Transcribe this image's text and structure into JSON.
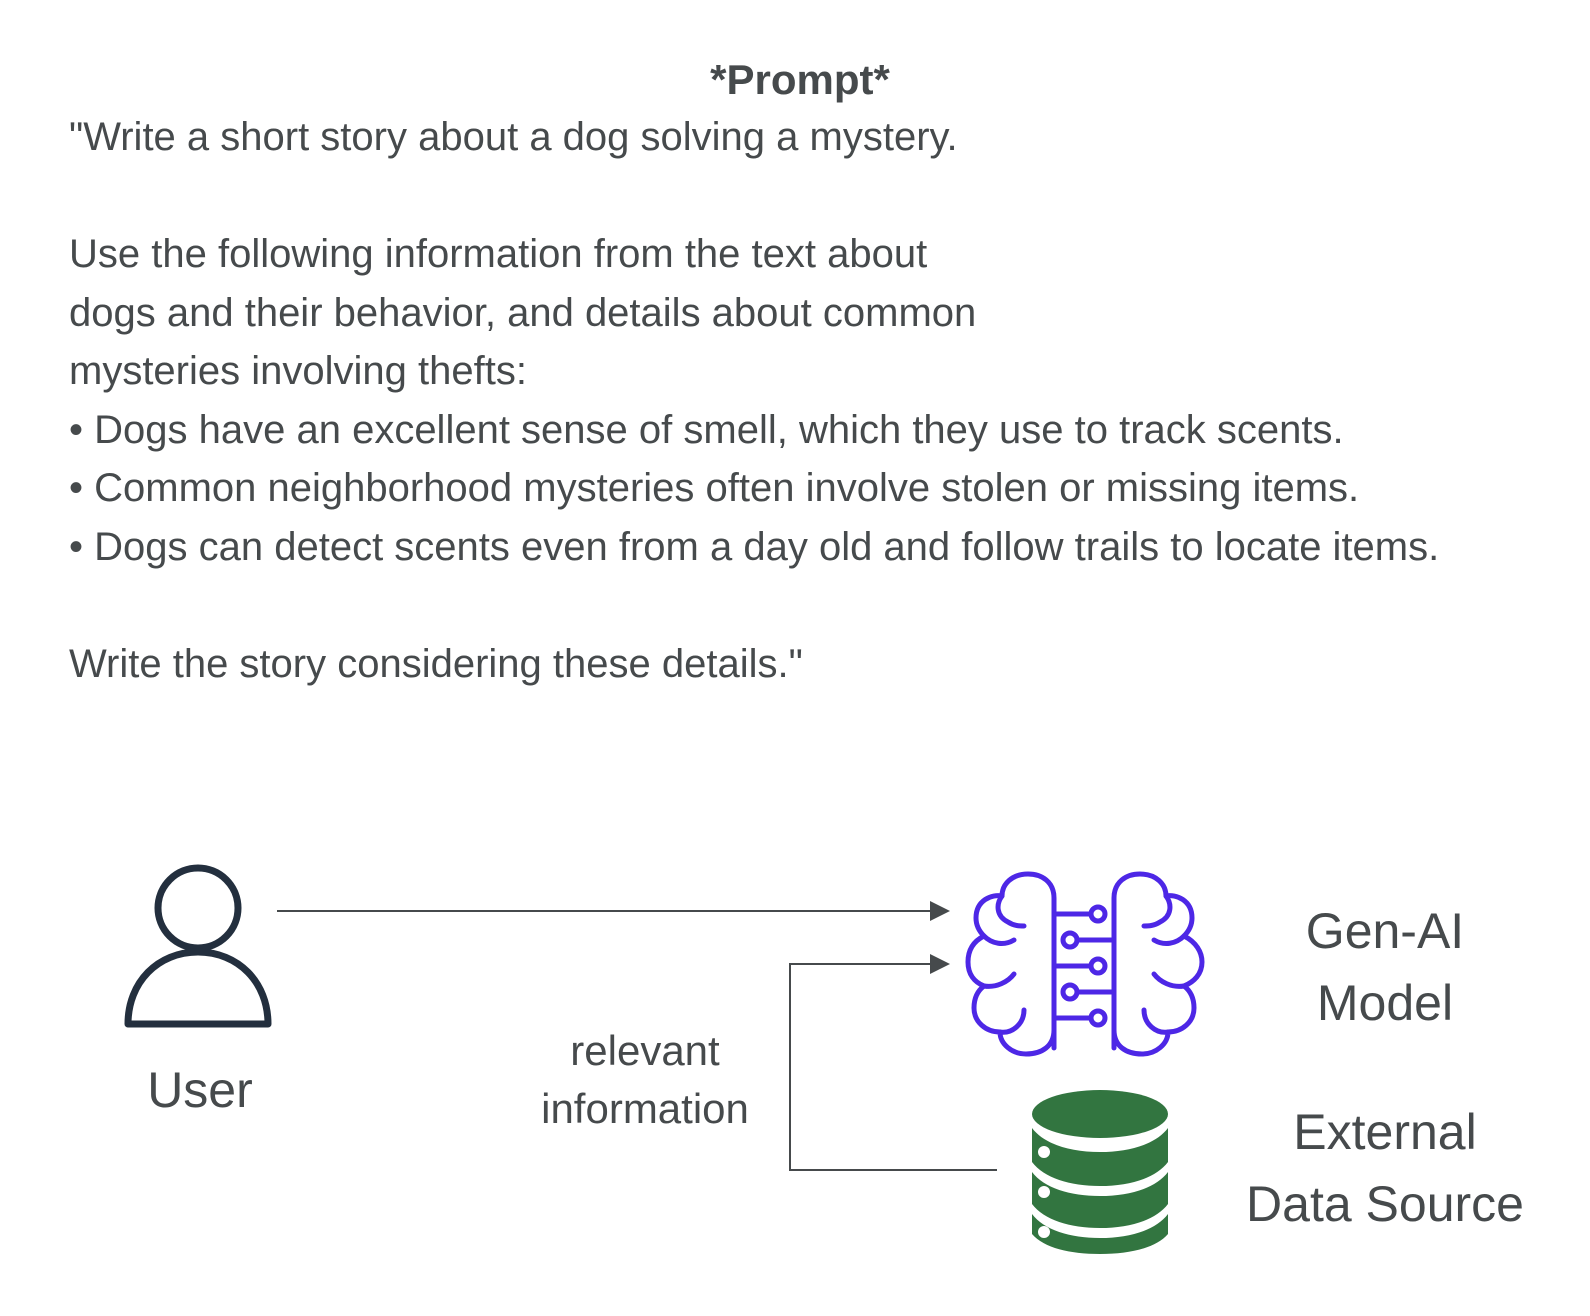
{
  "prompt": {
    "title": "*Prompt*",
    "lines": [
      "\"Write a short story about a dog solving a mystery.",
      "",
      "Use the following information from the text about",
      "dogs and their behavior, and details about common",
      "mysteries involving thefts:"
    ],
    "bullets": [
      "• Dogs have an excellent sense of smell, which they use to track scents.",
      "• Common neighborhood mysteries often involve stolen or missing items.",
      "• Dogs can detect scents even from a day old and follow trails to locate items."
    ],
    "closing": "Write the story considering these details.\""
  },
  "diagram": {
    "nodes": {
      "user": {
        "label": "User",
        "icon": "user-icon"
      },
      "model": {
        "label_line1": "Gen-AI",
        "label_line2": "Model",
        "icon": "brain-circuit-icon"
      },
      "datasource": {
        "label_line1": "External",
        "label_line2": "Data Source",
        "icon": "database-icon"
      }
    },
    "edges": [
      {
        "from": "user",
        "to": "model",
        "label": ""
      },
      {
        "from": "datasource",
        "to": "model",
        "label_line1": "relevant",
        "label_line2": "information"
      }
    ],
    "colors": {
      "text": "#464a4c",
      "user_icon": "#232f3e",
      "brain_icon": "#4d27e6",
      "database_icon": "#327540",
      "arrow": "#464a4c"
    }
  }
}
